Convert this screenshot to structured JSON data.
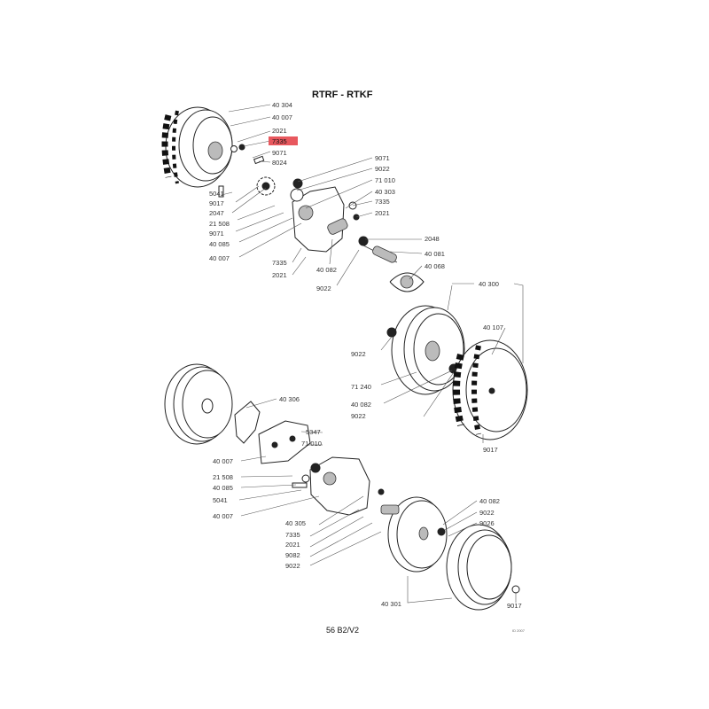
{
  "title": "RTRF - RTKF",
  "footer": "56 B2/V2",
  "small_code": "ID 2007",
  "highlight_color": "#e8585e",
  "labels": [
    {
      "id": "l-40304-a",
      "text": "40 304"
    },
    {
      "id": "l-40007-a",
      "text": "40 007"
    },
    {
      "id": "l-2021-a",
      "text": "2021"
    },
    {
      "id": "l-7335-a",
      "text": "7335",
      "highlighted": true
    },
    {
      "id": "l-9071-a",
      "text": "9071"
    },
    {
      "id": "l-8024",
      "text": "8024"
    },
    {
      "id": "l-5041-a",
      "text": "5041"
    },
    {
      "id": "l-9017-a",
      "text": "9017"
    },
    {
      "id": "l-2047",
      "text": "2047"
    },
    {
      "id": "l-21508-a",
      "text": "21 508"
    },
    {
      "id": "l-9071-b",
      "text": "9071"
    },
    {
      "id": "l-40085-a",
      "text": "40 085"
    },
    {
      "id": "l-40007-b",
      "text": "40 007"
    },
    {
      "id": "l-9071-c",
      "text": "9071"
    },
    {
      "id": "l-9022-a",
      "text": "9022"
    },
    {
      "id": "l-71010-a",
      "text": "71 010"
    },
    {
      "id": "l-40303",
      "text": "40 303"
    },
    {
      "id": "l-7335-b",
      "text": "7335"
    },
    {
      "id": "l-2021-b",
      "text": "2021"
    },
    {
      "id": "l-2048",
      "text": "2048"
    },
    {
      "id": "l-40081",
      "text": "40 081"
    },
    {
      "id": "l-40068",
      "text": "40 068"
    },
    {
      "id": "l-7335-c",
      "text": "7335"
    },
    {
      "id": "l-40082-a",
      "text": "40 082"
    },
    {
      "id": "l-2021-c",
      "text": "2021"
    },
    {
      "id": "l-9022-b",
      "text": "9022"
    },
    {
      "id": "l-40300",
      "text": "40 300"
    },
    {
      "id": "l-40107",
      "text": "40 107"
    },
    {
      "id": "l-9022-c",
      "text": "9022"
    },
    {
      "id": "l-71240",
      "text": "71 240"
    },
    {
      "id": "l-40082-b",
      "text": "40 082"
    },
    {
      "id": "l-9022-d",
      "text": "9022"
    },
    {
      "id": "l-9017-b",
      "text": "9017"
    },
    {
      "id": "l-40306",
      "text": "40 306"
    },
    {
      "id": "l-5347",
      "text": "5347"
    },
    {
      "id": "l-71010-b",
      "text": "71 010"
    },
    {
      "id": "l-40007-c",
      "text": "40 007"
    },
    {
      "id": "l-21508-b",
      "text": "21 508"
    },
    {
      "id": "l-40085-b",
      "text": "40 085"
    },
    {
      "id": "l-5041-b",
      "text": "5041"
    },
    {
      "id": "l-40007-d",
      "text": "40 007"
    },
    {
      "id": "l-40305",
      "text": "40 305"
    },
    {
      "id": "l-7335-d",
      "text": "7335"
    },
    {
      "id": "l-2021-d",
      "text": "2021"
    },
    {
      "id": "l-9082",
      "text": "9082"
    },
    {
      "id": "l-9022-e",
      "text": "9022"
    },
    {
      "id": "l-40082-c",
      "text": "40 082"
    },
    {
      "id": "l-9022-f",
      "text": "9022"
    },
    {
      "id": "l-9026",
      "text": "9026"
    },
    {
      "id": "l-40301",
      "text": "40 301"
    },
    {
      "id": "l-9017-c",
      "text": "9017"
    }
  ]
}
